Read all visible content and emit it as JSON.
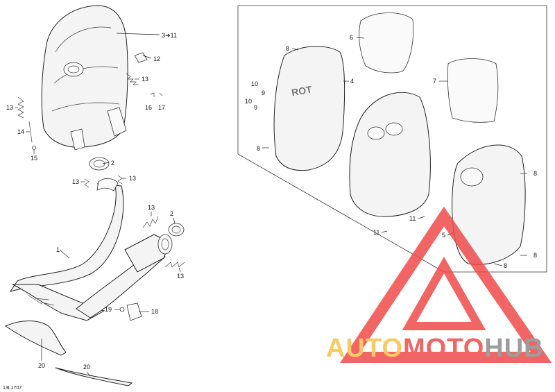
{
  "diagram": {
    "code": "13L1707",
    "callouts": {
      "c_ref": "3➔11",
      "c12": "12",
      "c13a": "13",
      "c13b": "13",
      "c13c": "13",
      "c13d": "13",
      "c13e": "13",
      "c13f": "13",
      "c14": "14",
      "c15": "15",
      "c16": "16",
      "c17": "17",
      "c2a": "2",
      "c2b": "2",
      "c1": "1",
      "c18": "18",
      "c19": "19",
      "c20a": "20",
      "c20b": "20",
      "c8a": "8",
      "c8b": "8",
      "c8c": "8",
      "c8d": "8",
      "c8e": "8",
      "c9a": "9",
      "c9b": "9",
      "c10a": "10",
      "c10b": "10",
      "c4": "4",
      "c5": "5",
      "c6": "6",
      "c7": "7",
      "c11a": "11",
      "c11b": "11"
    }
  },
  "watermark": {
    "part1": "AUTO",
    "part2": "MOTO",
    "part3": "HUB",
    "colors": {
      "triangle": "#ef4b4b",
      "auto": "#f7c04a",
      "moto": "#ef4b4b",
      "hub": "#8c8c8c"
    }
  }
}
